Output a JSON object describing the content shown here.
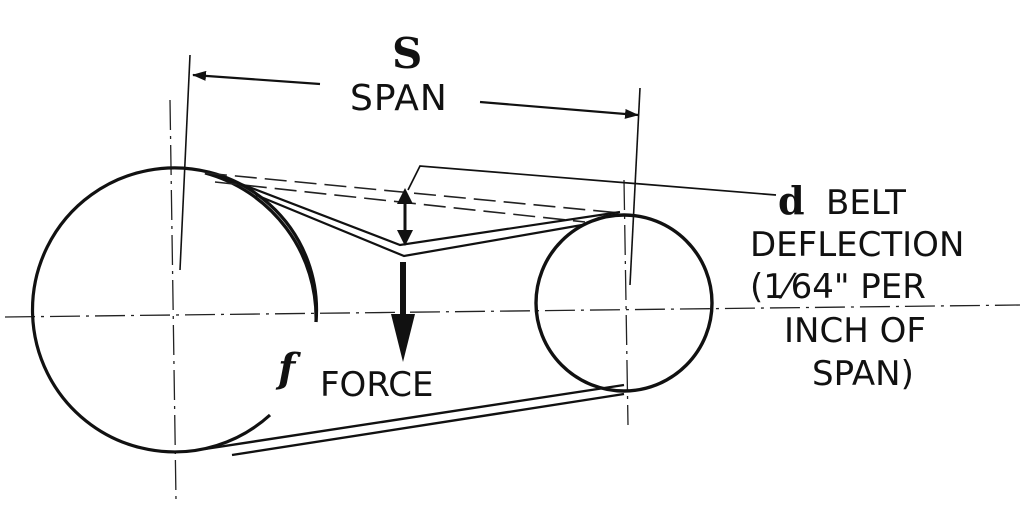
{
  "diagram": {
    "span_symbol": "S",
    "span_label": "SPAN",
    "deflection_symbol": "d",
    "deflection_label": "BELT",
    "deflection_line2": "DEFLECTION",
    "deflection_line3_open": "(",
    "deflection_line3_fraction": "1⁄64",
    "deflection_line3_rest": "\" PER",
    "deflection_line4": "INCH OF",
    "deflection_line5": "SPAN)",
    "force_symbol": "f",
    "force_label": "FORCE"
  },
  "colors": {
    "ink": "#111111",
    "background": "#ffffff"
  }
}
